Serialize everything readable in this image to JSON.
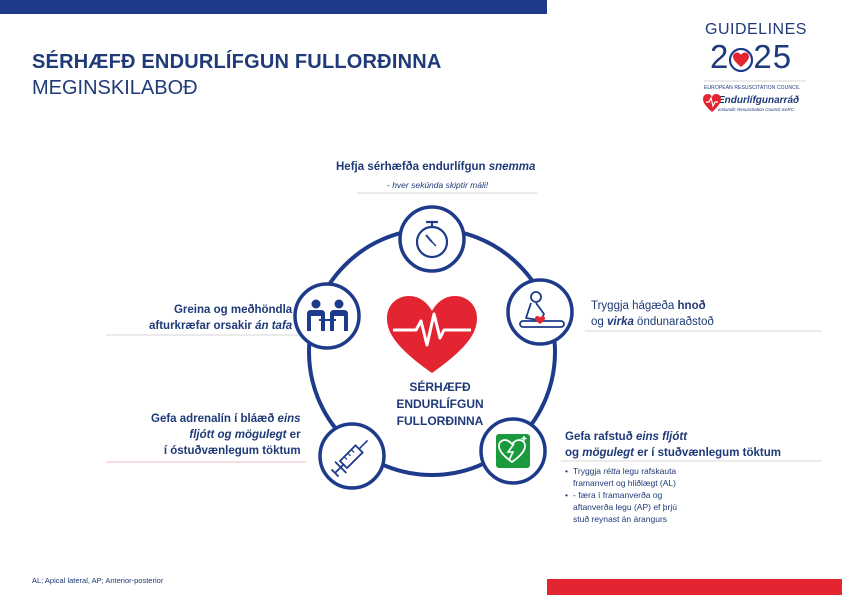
{
  "header": {
    "title": "SÉRHÆFÐ ENDURLÍFGUN FULLORÐINNA",
    "subtitle": "MEGINSKILABOÐ"
  },
  "logo": {
    "guidelines": "GUIDELINES",
    "year_left": "2",
    "year_right": "25",
    "erc": "EUROPEAN RESUSCITATION COUNCIL",
    "icerc_name": "Endurlífgunarráð",
    "icerc_sub": "Icelandic Resuscitation Council IceRC"
  },
  "center": {
    "line1": "SÉRHÆFÐ",
    "line2": "ENDURLÍFGUN",
    "line3": "FULLORÐINNA"
  },
  "items": {
    "start": {
      "text": "Hefja sérhæfða endurlífgun ",
      "em": "snemma",
      "sub": "- hver sekúnda skiptir máli!"
    },
    "airway": {
      "line1_a": "Tryggja hágæða ",
      "line1_b": "hnoð",
      "line2_a": " og ",
      "line2_b": "virka",
      "line2_c": " öndunaraðstoð"
    },
    "defib": {
      "line1_a": "Gefa rafstuð ",
      "line1_b": "eins fljótt",
      "line2_a": " og ",
      "line2_b": "mögulegt",
      "line2_c": " er í stuðvænlegum töktum"
    },
    "causes": {
      "line1": "Greina og meðhöndla",
      "line2_a": "afturkræfar orsakir ",
      "line2_b": "án tafa"
    },
    "adrenaline": {
      "line1_a": "Gefa adrenalín í bláæð ",
      "line1_b": "eins",
      "line2_a": "fljótt og mögulegt",
      "line2_b": " er",
      "line3": "í óstuðvænlegum töktum"
    }
  },
  "bullets": {
    "b1_a": "Tryggja ",
    "b1_b": "rétta",
    "b1_c": " legu rafskauta",
    "b1_d": "framanvert og hliðlægt (AL)",
    "b2_a": "- færa í framanverða og",
    "b2_b": "aftanverða legu (AP) ef þrjú",
    "b2_c": "stuð reynast án árangurs"
  },
  "footnote": "AL; Apical lateral, AP; Anterior-posterior",
  "colors": {
    "navy": "#1d3b8a",
    "red": "#e32431",
    "green": "#1a9a3c"
  }
}
